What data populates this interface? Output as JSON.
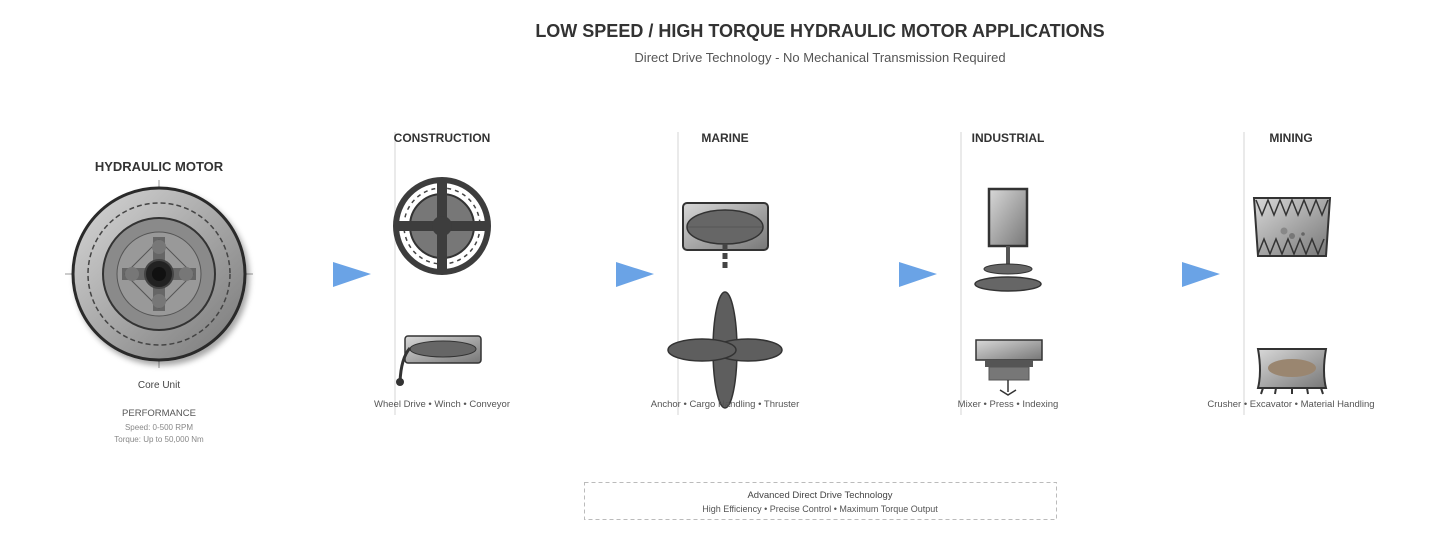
{
  "header": {
    "title": "LOW SPEED / HIGH TORQUE HYDRAULIC MOTOR APPLICATIONS",
    "subtitle": "Direct Drive Technology - No Mechanical Transmission Required"
  },
  "motor": {
    "title": "HYDRAULIC MOTOR",
    "caption": "Core Unit",
    "performance_label": "PERFORMANCE",
    "speed": "Speed: 0-500 RPM",
    "torque": "Torque: Up to 50,000 Nm"
  },
  "sectors": [
    {
      "title": "CONSTRUCTION",
      "caption": "Wheel Drive • Winch • Conveyor"
    },
    {
      "title": "MARINE",
      "caption": "Anchor • Cargo Handling • Thruster"
    },
    {
      "title": "INDUSTRIAL",
      "caption": "Mixer • Press • Indexing"
    },
    {
      "title": "MINING",
      "caption": "Crusher • Excavator • Material Handling"
    }
  ],
  "footer": {
    "title": "Advanced Direct Drive Technology",
    "subtitle": "High Efficiency • Precise Control • Maximum Torque Output"
  },
  "colors": {
    "arrow": "#6aa3e6",
    "dark": "#3a3a3a",
    "mid": "#666666"
  }
}
